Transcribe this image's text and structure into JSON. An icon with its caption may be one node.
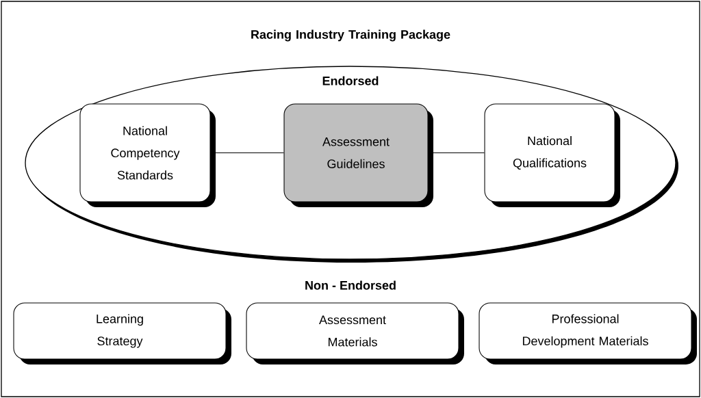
{
  "diagram": {
    "nodes": [
      {
        "text": [
          "Racing Industry Training Package"
        ]
      },
      {
        "text": [
          "Endorsed"
        ],
        "in": 0
      },
      {
        "text": [
          "National Competency Standards"
        ],
        "in": 1
      },
      {
        "text": [
          "Assessment Guidelines"
        ],
        "in": 1
      },
      {
        "text": [
          "National Qualifications"
        ],
        "in": 1
      },
      {
        "text": [
          "Learning Strategy"
        ],
        "in": 0
      },
      {
        "text": [
          "Assessment Materials"
        ],
        "in": 0
      },
      {
        "text": [
          "Professional Development Materials"
        ],
        "in": 0
      }
    ],
    "edges": [
      {
        "from": 2,
        "to": 3,
        "arrow": "none"
      },
      {
        "from": 3,
        "to": 4,
        "arrow": "none"
      }
    ],
    "labels": [
      "Non - Endorsed"
    ]
  }
}
